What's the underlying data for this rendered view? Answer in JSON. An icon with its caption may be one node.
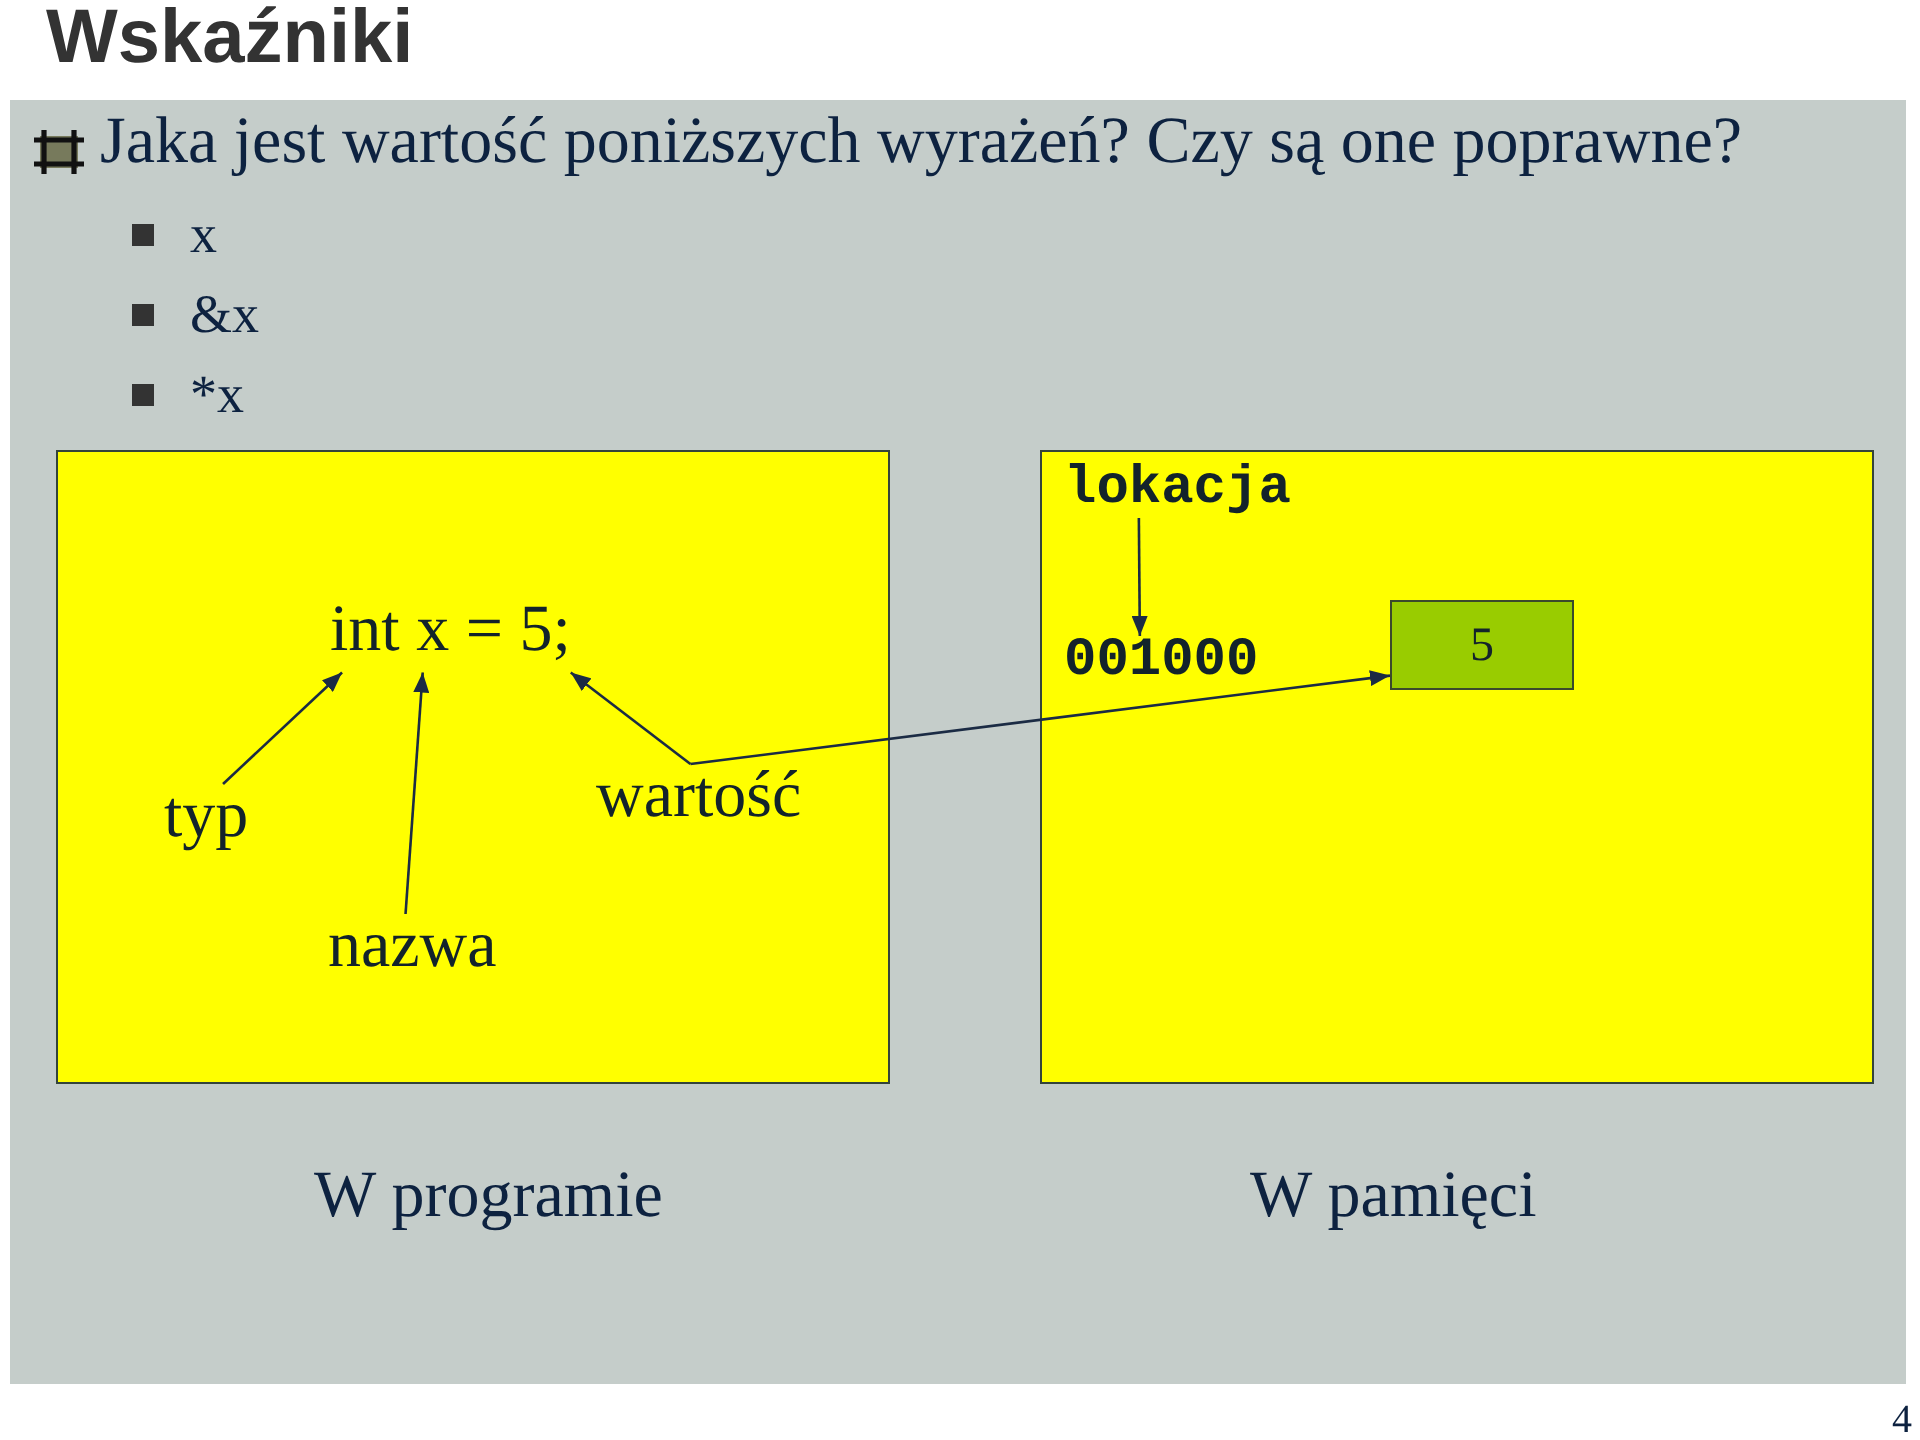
{
  "diagram": {
    "title": "Wskaźniki",
    "nodes": [
      {
        "text": [
          "W programie"
        ]
      },
      {
        "text": [
          "int x = 5;"
        ],
        "in": 0
      },
      {
        "text": [
          "typ"
        ],
        "in": 0
      },
      {
        "text": [
          "wartość"
        ],
        "in": 0
      },
      {
        "text": [
          "nazwa"
        ],
        "in": 0
      },
      {
        "text": [
          "W pamięci"
        ]
      },
      {
        "text": [
          "lokacja"
        ],
        "in": 5
      },
      {
        "text": [
          "001000"
        ],
        "in": 5
      },
      {
        "text": [
          "5"
        ],
        "in": 5
      }
    ],
    "edges": [
      {
        "from": 2,
        "to": 1,
        "arrow": "to"
      },
      {
        "from": 4,
        "to": 1,
        "arrow": "to"
      },
      {
        "from": 3,
        "to": 1,
        "arrow": "to"
      },
      {
        "from": 3,
        "to": 8,
        "arrow": "to"
      },
      {
        "from": 6,
        "to": 7,
        "arrow": "to"
      }
    ],
    "labels": [
      "Jaka jest wartość poniższych wyrażeń? Czy są one poprawne?",
      "x",
      "&x",
      "*x",
      "4"
    ]
  }
}
